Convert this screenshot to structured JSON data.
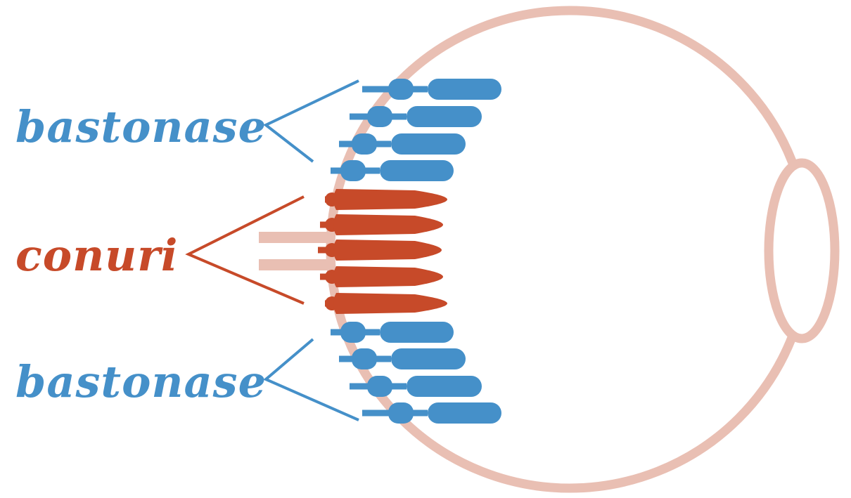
{
  "labels": {
    "rods_top": "bastonase",
    "cones": "conuri",
    "rods_bottom": "bastonase"
  },
  "colors": {
    "rod": "#4590c9",
    "cone": "#c74a29",
    "eye": "#e9bfb3",
    "background": "#ffffff"
  }
}
